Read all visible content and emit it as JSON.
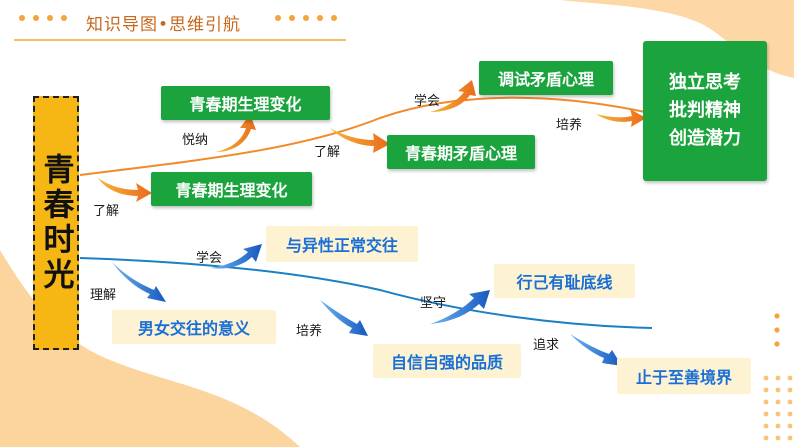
{
  "header": {
    "title": "知识导图•思维引航"
  },
  "root": {
    "label": "青春时光"
  },
  "upper_branch": {
    "nodes": {
      "growth_a": "青春期生理变化",
      "growth_b": "青春期生理变化",
      "conflict": "青春期矛盾心理",
      "adjust": "调试矛盾心理",
      "goal_lines": [
        "独立思考",
        "批判精神",
        "创造潜力"
      ]
    },
    "edges": {
      "understand": "了解",
      "accept": "悦纳",
      "understand2": "了解",
      "learn": "学会",
      "cultivate": "培养"
    }
  },
  "lower_branch": {
    "nodes": {
      "meaning": "男女交往的意义",
      "normal": "与异性正常交往",
      "confidence": "自信自强的品质",
      "bottom_line": "行己有耻底线",
      "goodness": "止于至善境界"
    },
    "edges": {
      "comprehend": "理解",
      "learn": "学会",
      "cultivate": "培养",
      "adhere": "坚守",
      "pursue": "追求"
    }
  },
  "colors": {
    "orange": "#f28a2a",
    "blue": "#2a7ed6",
    "green": "#1ba33e",
    "yellow": "#f6b613",
    "cream": "#fdf3d2"
  }
}
